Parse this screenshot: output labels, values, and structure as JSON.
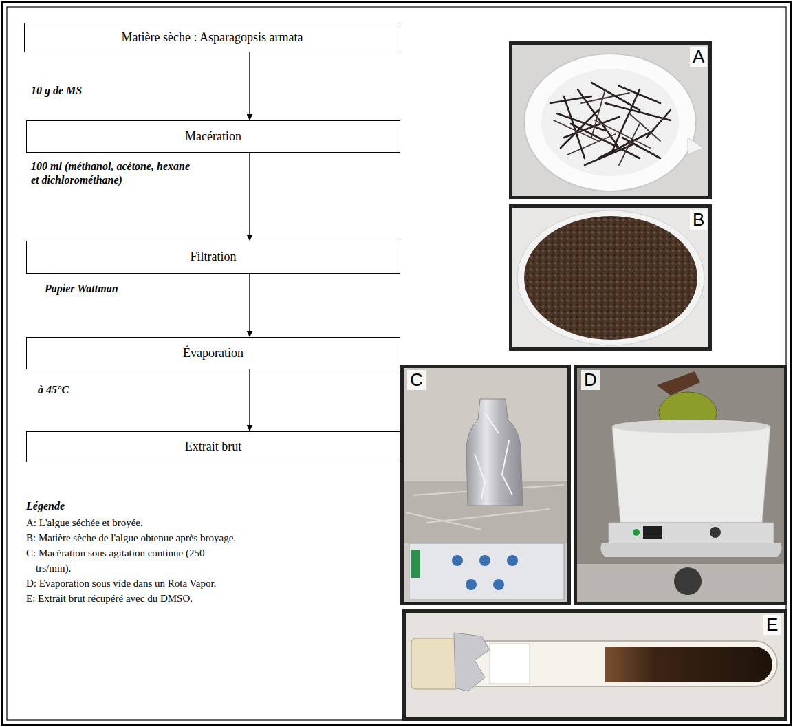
{
  "diagram": {
    "nodes": [
      {
        "text": [
          "Matière sèche : Asparagopsis armata"
        ]
      },
      {
        "text": [
          "Macération"
        ]
      },
      {
        "text": [
          "Filtration"
        ]
      },
      {
        "text": [
          "Évaporation"
        ]
      },
      {
        "text": [
          "Extrait brut"
        ]
      }
    ],
    "edges": [
      {
        "from": 0,
        "to": 1,
        "arrow": "to",
        "label": "10 g de MS"
      },
      {
        "from": 1,
        "to": 2,
        "arrow": "to",
        "label": "100 ml (méthanol, acétone, hexane et dichlorométhane)"
      },
      {
        "from": 2,
        "to": 3,
        "arrow": "to",
        "label": "Papier Wattman"
      },
      {
        "from": 3,
        "to": 4,
        "arrow": "to",
        "label": "à 45°C"
      }
    ],
    "labels": [
      "Légende",
      "A: L'algue séchée et broyée.",
      "B: Matière sèche de l'algue obtenue après broyage.",
      "C: Macération sous agitation continue (250 trs/min).",
      "D: Evaporation sous vide dans un Rota Vapor.",
      "E: Extrait brut récupéré avec du DMSO.",
      "A",
      "B",
      "C",
      "D",
      "E"
    ]
  }
}
